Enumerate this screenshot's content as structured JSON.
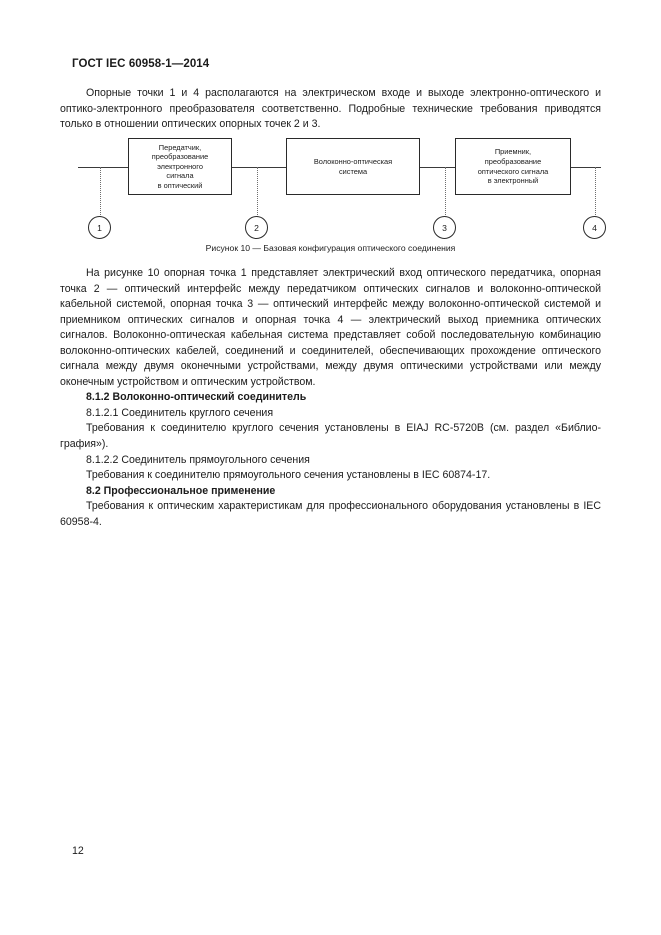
{
  "document": {
    "header_title": "ГОСТ IEC 60958-1—2014",
    "page_number": "12"
  },
  "intro_paragraph": "Опорные точки 1 и 4 располагаются на электрическом входе и выходе электронно-оптического и оптико-электронного преобразователя соответственно. Подробные технические требования приводят­ся только в отношении оптических опорных точек 2 и 3.",
  "figure": {
    "caption": "Рисунок 10 — Базовая конфигурация оптического соединения",
    "boxes": [
      {
        "id": "transmitter",
        "text": "Передатчик,\nпреобразование\nэлектронного\nсигнала\nв оптический"
      },
      {
        "id": "fiber-optic-system",
        "text": "Волоконно-оптическая\nсистема"
      },
      {
        "id": "receiver",
        "text": "Приемник,\nпреобразование\nоптического сигнала\nв электронный"
      }
    ],
    "reference_points": [
      {
        "label": "1"
      },
      {
        "label": "2"
      },
      {
        "label": "3"
      },
      {
        "label": "4"
      }
    ]
  },
  "description_paragraph": "На рисунке 10 опорная точка 1 представляет электрический вход оптического передатчика, опор­ная точка 2 — оптический интерфейс между передатчиком оптических сигналов и волоконно-оптической кабельной системой, опорная точка 3 — оптический интерфейс между волоконно-оптической системой и приемником оптических сигналов и опорная точка 4 — электрический выход приемника оптических сигналов. Волоконно-оптическая кабельная система представляет собой последовательную комбина­цию волоконно-оптических кабелей, соединений и соединителей, обеспечивающих прохождение опти­ческого сигнала между двумя оконечными устройствами, между двумя оптическими устройствами или между оконечным устройством и оптическим устройством.",
  "sections": [
    {
      "id": "8-1-2",
      "heading": "8.1.2 Волоконно-оптический соединитель",
      "subheading": "8.1.2.1 Соединитель круглого сечения",
      "text": "Требования к соединителю круглого сечения установлены в EIAJ RC-5720B (см. раздел «Библио­графия»)."
    },
    {
      "id": "8-1-2-2",
      "subheading": "8.1.2.2 Соединитель прямоугольного сечения",
      "text": "Требования к соединителю прямоугольного сечения установлены в IEC 60874-17."
    },
    {
      "id": "8-2",
      "heading": "8.2 Профессиональное применение",
      "text": "Требования к оптическим характеристикам для профессионального оборудования установлены в IEC 60958-4."
    }
  ]
}
